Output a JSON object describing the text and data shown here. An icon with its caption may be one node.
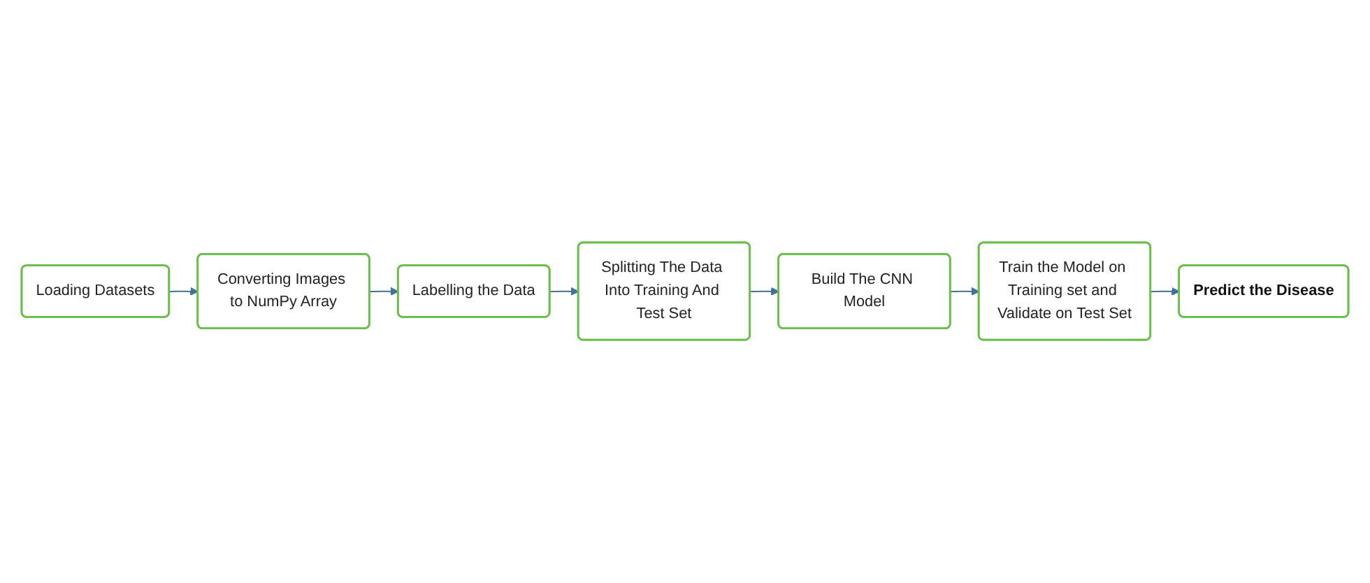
{
  "diagram": {
    "nodes": [
      {
        "text": [
          "Loading Datasets"
        ]
      },
      {
        "text": [
          "Converting Images to NumPy Array"
        ]
      },
      {
        "text": [
          "Labelling the Data"
        ]
      },
      {
        "text": [
          "Splitting The Data Into Training And Test Set"
        ]
      },
      {
        "text": [
          "Build The CNN Model"
        ]
      },
      {
        "text": [
          "Train the Model on Training set and Validate on Test Set"
        ]
      },
      {
        "text": [
          "Predict the Disease"
        ]
      }
    ],
    "edges": [
      {
        "from": 0,
        "to": 1,
        "arrow": "to"
      },
      {
        "from": 1,
        "to": 2,
        "arrow": "to"
      },
      {
        "from": 2,
        "to": 3,
        "arrow": "to"
      },
      {
        "from": 3,
        "to": 4,
        "arrow": "to"
      },
      {
        "from": 4,
        "to": 5,
        "arrow": "to"
      },
      {
        "from": 5,
        "to": 6,
        "arrow": "to"
      }
    ]
  }
}
